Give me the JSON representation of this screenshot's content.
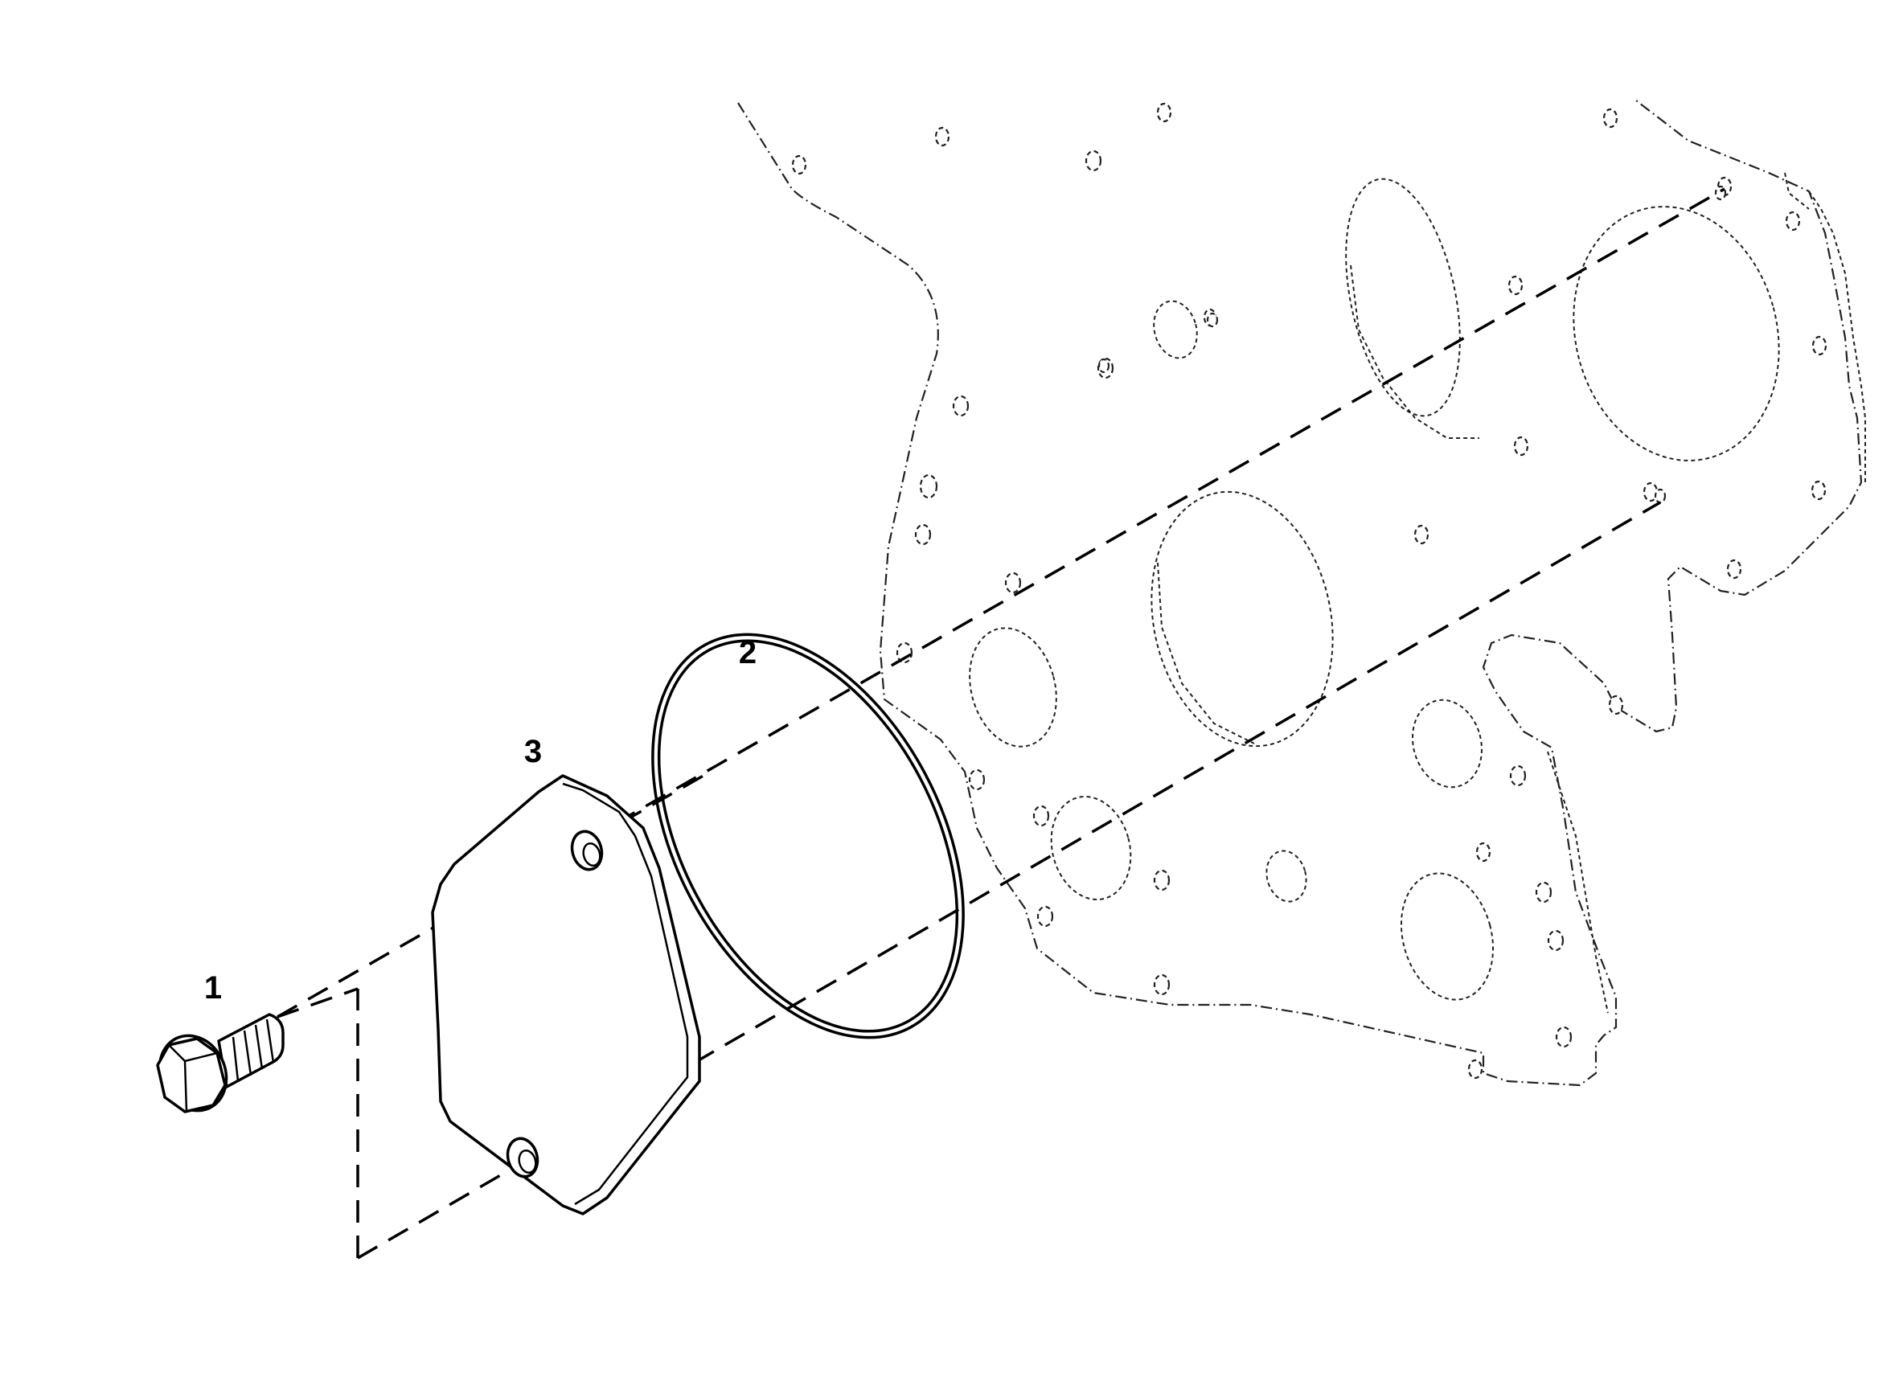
{
  "callouts": [
    {
      "number": "1",
      "part": "bolt"
    },
    {
      "number": "2",
      "part": "o-ring"
    },
    {
      "number": "3",
      "part": "cover-plate"
    }
  ]
}
